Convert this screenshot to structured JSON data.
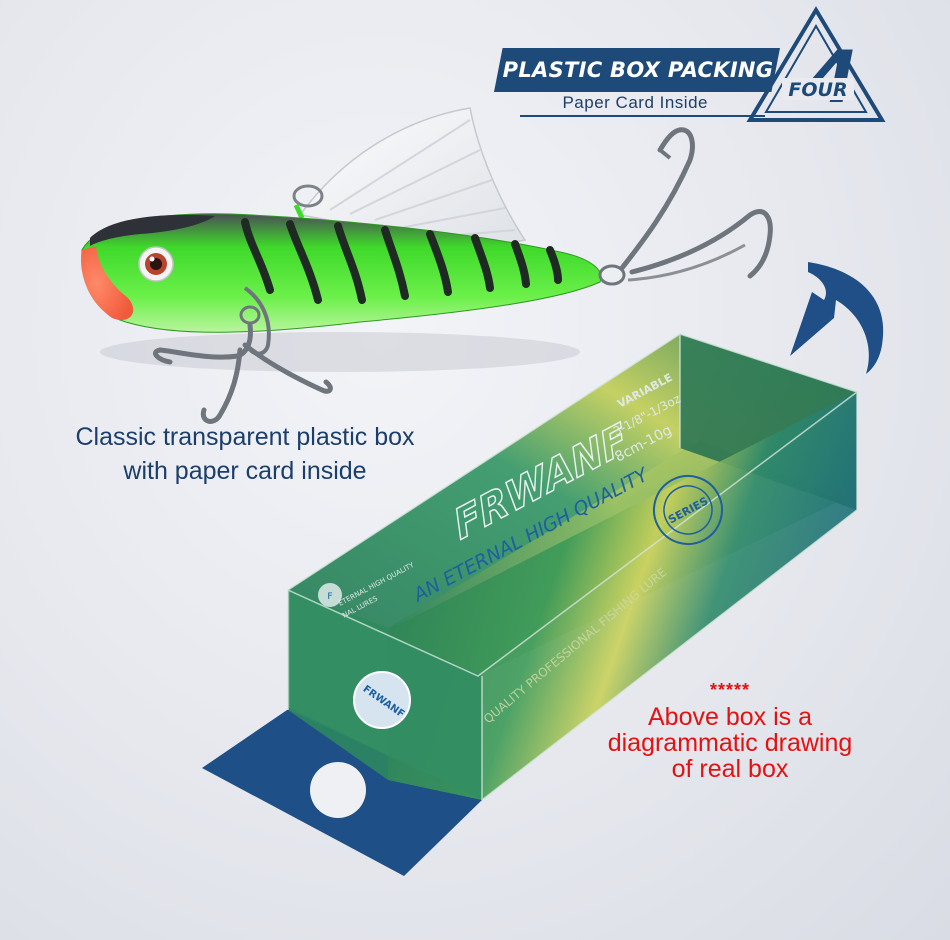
{
  "header": {
    "title": "PLASTIC BOX PACKING",
    "subtitle": "Paper Card Inside",
    "badge_number": "4",
    "badge_word": "FOUR"
  },
  "caption_left": {
    "line1": "Classic transparent plastic box",
    "line2": "with paper card inside"
  },
  "note": {
    "stars": "*****",
    "line1": "Above box is a",
    "line2": "diagrammatic drawing",
    "line3": "of real box"
  },
  "box_print": {
    "brand": "FRWANF",
    "slogan": "AN ETERNAL HIGH QUALITY",
    "variable_label": "VARIABLE",
    "weight": "3-1/8\"-1/3oz",
    "size": "8cm-10g",
    "side_text": "QUALITY PROFESSIONAL FISHING LURE",
    "small_text1": "ETERNAL HIGH QUALITY",
    "small_text2": "NAL LURES",
    "logo_brand": "FRWANF",
    "seal_text": "SERIES"
  },
  "colors": {
    "header_blue": "#1e4a7a",
    "caption_blue": "#1b3e6b",
    "note_red": "#e51111",
    "lure_green": "#3ddc2b",
    "box_green": "#2e8a52",
    "card_blue": "#1e4f86"
  }
}
